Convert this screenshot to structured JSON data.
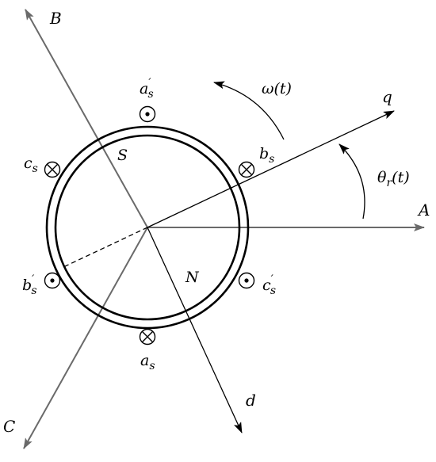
{
  "colors": {
    "background": "#ffffff",
    "stator_axes": "#6a6a6a",
    "rotor_axes": "#000000",
    "ink": "#000000"
  },
  "labels": {
    "axis_A": "A",
    "axis_B": "B",
    "axis_C": "C",
    "axis_q": "q",
    "axis_d": "d",
    "pole_S": "S",
    "pole_N": "N",
    "omega": "ω(t)",
    "theta_main": "θ",
    "theta_sub": "r",
    "theta_arg": "(t)"
  },
  "coils": {
    "a_prime": {
      "base": "a",
      "prime": "′",
      "sub": "s"
    },
    "a": {
      "base": "a",
      "prime": "",
      "sub": "s"
    },
    "b": {
      "base": "b",
      "prime": "",
      "sub": "s"
    },
    "b_prime": {
      "base": "b",
      "prime": "′",
      "sub": "s"
    },
    "c": {
      "base": "c",
      "prime": "",
      "sub": "s"
    },
    "c_prime": {
      "base": "c",
      "prime": "′",
      "sub": "s"
    }
  },
  "icons": {
    "dot_coil": "current-out-of-page-symbol",
    "cross_coil": "current-into-page-symbol"
  }
}
